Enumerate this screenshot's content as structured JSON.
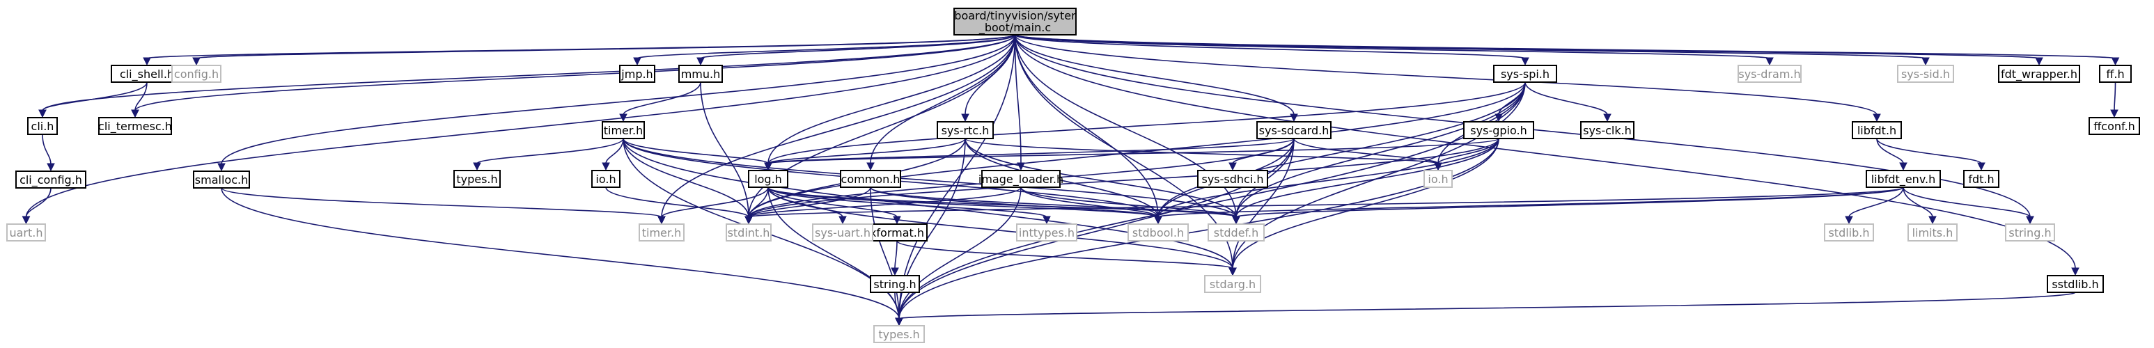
{
  "graph": {
    "colors": {
      "edge": "#191970",
      "edge_light": "#8c8c8c",
      "root_fill": "#bfbfbf",
      "node_border": "#000000",
      "node_border_light": "#bfbfbf",
      "text_light": "#8c8c8c"
    },
    "nodes": [
      {
        "id": "main",
        "label": "board/tinyvision/syter_boot/main.c",
        "lines": [
          "board/tinyvision/syter",
          "_boot/main.c"
        ],
        "kind": "root"
      },
      {
        "id": "cli_shell",
        "label": "cli_shell.h",
        "kind": "box"
      },
      {
        "id": "config",
        "label": "config.h",
        "kind": "gray"
      },
      {
        "id": "jmp",
        "label": "jmp.h",
        "kind": "box"
      },
      {
        "id": "mmu",
        "label": "mmu.h",
        "kind": "box"
      },
      {
        "id": "cli",
        "label": "cli.h",
        "kind": "box"
      },
      {
        "id": "cli_termesc",
        "label": "cli_termesc.h",
        "kind": "box"
      },
      {
        "id": "cli_config",
        "label": "cli_config.h",
        "kind": "box"
      },
      {
        "id": "uart",
        "label": "uart.h",
        "kind": "gray"
      },
      {
        "id": "smalloc",
        "label": "smalloc.h",
        "kind": "box"
      },
      {
        "id": "timer",
        "label": "timer.h",
        "kind": "box"
      },
      {
        "id": "types_h",
        "label": "types.h",
        "kind": "box"
      },
      {
        "id": "io_left",
        "label": "io.h",
        "kind": "box"
      },
      {
        "id": "sysrtc",
        "label": "sys-rtc.h",
        "kind": "box"
      },
      {
        "id": "log",
        "label": "log.h",
        "kind": "box"
      },
      {
        "id": "common",
        "label": "common.h",
        "kind": "box"
      },
      {
        "id": "image_loader",
        "label": "image_loader.h",
        "kind": "box"
      },
      {
        "id": "xformat",
        "label": "xformat.h",
        "kind": "box"
      },
      {
        "id": "string_b",
        "label": "string.h",
        "kind": "box"
      },
      {
        "id": "timer_gray",
        "label": "timer.h",
        "kind": "gray"
      },
      {
        "id": "stdint",
        "label": "stdint.h",
        "kind": "gray"
      },
      {
        "id": "sysuart",
        "label": "sys-uart.h",
        "kind": "gray"
      },
      {
        "id": "inttypes",
        "label": "inttypes.h",
        "kind": "gray"
      },
      {
        "id": "stdbool",
        "label": "stdbool.h",
        "kind": "gray"
      },
      {
        "id": "stddef",
        "label": "stddef.h",
        "kind": "gray"
      },
      {
        "id": "stdarg",
        "label": "stdarg.h",
        "kind": "gray"
      },
      {
        "id": "types_gray",
        "label": "types.h",
        "kind": "gray"
      },
      {
        "id": "syssdcard",
        "label": "sys-sdcard.h",
        "kind": "box"
      },
      {
        "id": "syssdhci",
        "label": "sys-sdhci.h",
        "kind": "box"
      },
      {
        "id": "io_right",
        "label": "io.h",
        "kind": "gray"
      },
      {
        "id": "sysspi",
        "label": "sys-spi.h",
        "kind": "box"
      },
      {
        "id": "sysgpio",
        "label": "sys-gpio.h",
        "kind": "box"
      },
      {
        "id": "sysclk",
        "label": "sys-clk.h",
        "kind": "box"
      },
      {
        "id": "sysdram",
        "label": "sys-dram.h",
        "kind": "gray"
      },
      {
        "id": "libfdt",
        "label": "libfdt.h",
        "kind": "box"
      },
      {
        "id": "libfdt_env",
        "label": "libfdt_env.h",
        "kind": "box"
      },
      {
        "id": "fdt",
        "label": "fdt.h",
        "kind": "box"
      },
      {
        "id": "stdlib",
        "label": "stdlib.h",
        "kind": "gray"
      },
      {
        "id": "limits",
        "label": "limits.h",
        "kind": "gray"
      },
      {
        "id": "string_gray",
        "label": "string.h",
        "kind": "gray"
      },
      {
        "id": "syssid",
        "label": "sys-sid.h",
        "kind": "gray"
      },
      {
        "id": "fdt_wrapper",
        "label": "fdt_wrapper.h",
        "kind": "box"
      },
      {
        "id": "ff",
        "label": "ff.h",
        "kind": "box"
      },
      {
        "id": "ffconf",
        "label": "ffconf.h",
        "kind": "box"
      },
      {
        "id": "sstdlib",
        "label": "sstdlib.h",
        "kind": "box"
      }
    ],
    "edges": [
      [
        "main",
        "cli_shell"
      ],
      [
        "main",
        "config"
      ],
      [
        "main",
        "jmp"
      ],
      [
        "main",
        "mmu"
      ],
      [
        "main",
        "cli"
      ],
      [
        "main",
        "cli_termesc"
      ],
      [
        "main",
        "uart"
      ],
      [
        "main",
        "smalloc"
      ],
      [
        "main",
        "timer_gray"
      ],
      [
        "main",
        "stdint"
      ],
      [
        "main",
        "log"
      ],
      [
        "main",
        "sysrtc"
      ],
      [
        "main",
        "common"
      ],
      [
        "main",
        "image_loader"
      ],
      [
        "main",
        "stdbool"
      ],
      [
        "main",
        "syssdcard"
      ],
      [
        "main",
        "sysspi"
      ],
      [
        "main",
        "sysdram"
      ],
      [
        "main",
        "syssid"
      ],
      [
        "main",
        "libfdt"
      ],
      [
        "main",
        "fdt_wrapper"
      ],
      [
        "main",
        "ff"
      ],
      [
        "main",
        "string_gray"
      ],
      [
        "main",
        "sstdlib"
      ],
      [
        "main",
        "types_gray"
      ],
      [
        "main",
        "stddef"
      ],
      [
        "main",
        "stdarg"
      ],
      [
        "cli_shell",
        "cli"
      ],
      [
        "cli_shell",
        "cli_termesc"
      ],
      [
        "cli",
        "cli_config"
      ],
      [
        "cli_config",
        "uart"
      ],
      [
        "mmu",
        "timer"
      ],
      [
        "mmu",
        "stdint"
      ],
      [
        "timer",
        "types_h"
      ],
      [
        "timer",
        "io_left"
      ],
      [
        "timer",
        "log"
      ],
      [
        "timer",
        "stdint"
      ],
      [
        "timer",
        "stdbool"
      ],
      [
        "timer",
        "stddef"
      ],
      [
        "timer",
        "types_gray"
      ],
      [
        "timer",
        "stdarg"
      ],
      [
        "io_left",
        "stdint"
      ],
      [
        "smalloc",
        "timer_gray"
      ],
      [
        "smalloc",
        "types_gray"
      ],
      [
        "sysrtc",
        "log"
      ],
      [
        "sysrtc",
        "stdint"
      ],
      [
        "sysrtc",
        "stdbool"
      ],
      [
        "sysrtc",
        "stddef"
      ],
      [
        "sysrtc",
        "io_right"
      ],
      [
        "sysrtc",
        "types_gray"
      ],
      [
        "log",
        "xformat"
      ],
      [
        "log",
        "timer_gray"
      ],
      [
        "log",
        "stdint"
      ],
      [
        "log",
        "sysuart"
      ],
      [
        "log",
        "inttypes"
      ],
      [
        "log",
        "stdbool"
      ],
      [
        "log",
        "stddef"
      ],
      [
        "log",
        "types_gray"
      ],
      [
        "log",
        "stdarg"
      ],
      [
        "xformat",
        "string_b"
      ],
      [
        "xformat",
        "stdarg"
      ],
      [
        "string_b",
        "types_gray"
      ],
      [
        "common",
        "stdint"
      ],
      [
        "common",
        "stdbool"
      ],
      [
        "common",
        "types_gray"
      ],
      [
        "common",
        "stddef"
      ],
      [
        "image_loader",
        "stdint"
      ],
      [
        "image_loader",
        "stdbool"
      ],
      [
        "image_loader",
        "types_gray"
      ],
      [
        "image_loader",
        "stddef"
      ],
      [
        "syssdcard",
        "syssdhci"
      ],
      [
        "syssdcard",
        "log"
      ],
      [
        "syssdcard",
        "stdint"
      ],
      [
        "syssdcard",
        "stdbool"
      ],
      [
        "syssdcard",
        "stddef"
      ],
      [
        "syssdcard",
        "io_right"
      ],
      [
        "syssdcard",
        "types_gray"
      ],
      [
        "syssdcard",
        "stdarg"
      ],
      [
        "sysspi",
        "sysgpio"
      ],
      [
        "sysspi",
        "sysclk"
      ],
      [
        "sysspi",
        "log"
      ],
      [
        "sysspi",
        "stdint"
      ],
      [
        "sysspi",
        "stdbool"
      ],
      [
        "sysspi",
        "stddef"
      ],
      [
        "sysspi",
        "io_right"
      ],
      [
        "sysspi",
        "types_gray"
      ],
      [
        "sysspi",
        "stdarg"
      ],
      [
        "sysgpio",
        "log"
      ],
      [
        "sysgpio",
        "stdint"
      ],
      [
        "sysgpio",
        "stdbool"
      ],
      [
        "sysgpio",
        "stddef"
      ],
      [
        "sysgpio",
        "io_right"
      ],
      [
        "sysgpio",
        "types_gray"
      ],
      [
        "sysgpio",
        "stdarg"
      ],
      [
        "libfdt",
        "libfdt_env"
      ],
      [
        "libfdt",
        "fdt"
      ],
      [
        "libfdt_env",
        "stdint"
      ],
      [
        "libfdt_env",
        "stdbool"
      ],
      [
        "libfdt_env",
        "stddef"
      ],
      [
        "libfdt_env",
        "stdlib"
      ],
      [
        "libfdt_env",
        "limits"
      ],
      [
        "libfdt_env",
        "string_gray"
      ],
      [
        "ff",
        "ffconf"
      ],
      [
        "sstdlib",
        "types_gray"
      ]
    ]
  }
}
